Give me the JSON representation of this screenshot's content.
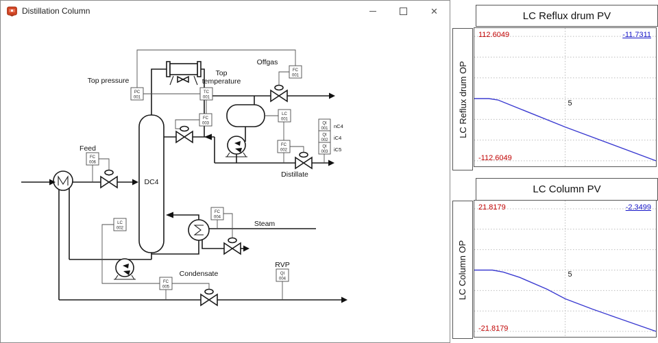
{
  "window": {
    "title": "Distillation Column"
  },
  "diagram": {
    "labels": {
      "top_pressure": "Top pressure",
      "top_temp_1": "Top",
      "top_temp_2": "temperature",
      "offgas": "Offgas",
      "feed": "Feed",
      "column": "DC4",
      "distillate": "Distillate",
      "steam": "Steam",
      "condensate": "Condensate",
      "rvp": "RVP",
      "nc4": "nC4",
      "ic4": "iC4",
      "ic5": "iC5"
    },
    "instruments": [
      {
        "id": "PC-001",
        "l1": "PC",
        "l2": "001"
      },
      {
        "id": "TC-001",
        "l1": "TC",
        "l2": "001"
      },
      {
        "id": "FC-003",
        "l1": "FC",
        "l2": "003"
      },
      {
        "id": "FC-001",
        "l1": "FC",
        "l2": "001"
      },
      {
        "id": "LC-001",
        "l1": "LC",
        "l2": "001"
      },
      {
        "id": "FC-002",
        "l1": "FC",
        "l2": "002"
      },
      {
        "id": "QI-001",
        "l1": "QI",
        "l2": "001"
      },
      {
        "id": "QI-002",
        "l1": "QI",
        "l2": "002"
      },
      {
        "id": "QI-003",
        "l1": "QI",
        "l2": "003"
      },
      {
        "id": "FC-006",
        "l1": "FC",
        "l2": "006"
      },
      {
        "id": "LC-002",
        "l1": "LC",
        "l2": "002"
      },
      {
        "id": "FC-004",
        "l1": "FC",
        "l2": "004"
      },
      {
        "id": "FC-005",
        "l1": "FC",
        "l2": "005"
      },
      {
        "id": "QI-004",
        "l1": "QI",
        "l2": "004"
      }
    ]
  },
  "panels": [
    {
      "title": "LC Reflux drum PV",
      "axis_label": "LC Reflux drum OP"
    },
    {
      "title": "LC Column PV",
      "axis_label": "LC Column OP"
    }
  ],
  "colors": {
    "trend_line": "#3b3bd1",
    "limit_label": "#c00000",
    "current_value": "#1414c8"
  },
  "chart_data": [
    {
      "type": "line",
      "title": "LC Reflux drum PV",
      "ylabel": "LC Reflux drum OP",
      "xlim": [
        0,
        10
      ],
      "ylim": [
        -112.6049,
        112.6049
      ],
      "grid": true,
      "labels": {
        "ymax": "112.6049",
        "current": "-11.7311",
        "ymin": "-112.6049",
        "x_tick": "5"
      },
      "series": [
        {
          "name": "LC Reflux drum PV",
          "points": [
            [
              0,
              0
            ],
            [
              0.8,
              0
            ],
            [
              1.3,
              -2.5
            ],
            [
              5,
              -51.4
            ],
            [
              10,
              -112.6049
            ]
          ]
        }
      ]
    },
    {
      "type": "line",
      "title": "LC Column PV",
      "ylabel": "LC Column OP",
      "xlim": [
        0,
        10
      ],
      "ylim": [
        -21.8179,
        21.8179
      ],
      "grid": true,
      "labels": {
        "ymax": "21.8179",
        "current": "-2.3499",
        "ymin": "-21.8179",
        "x_tick": "5"
      },
      "series": [
        {
          "name": "LC Column PV",
          "points": [
            [
              0,
              0
            ],
            [
              1,
              0
            ],
            [
              1.6,
              -0.7
            ],
            [
              2.5,
              -2.6
            ],
            [
              4,
              -6.8
            ],
            [
              5,
              -10.2
            ],
            [
              6.5,
              -13.9
            ],
            [
              8,
              -17.3
            ],
            [
              10,
              -21.8179
            ]
          ]
        }
      ]
    }
  ]
}
